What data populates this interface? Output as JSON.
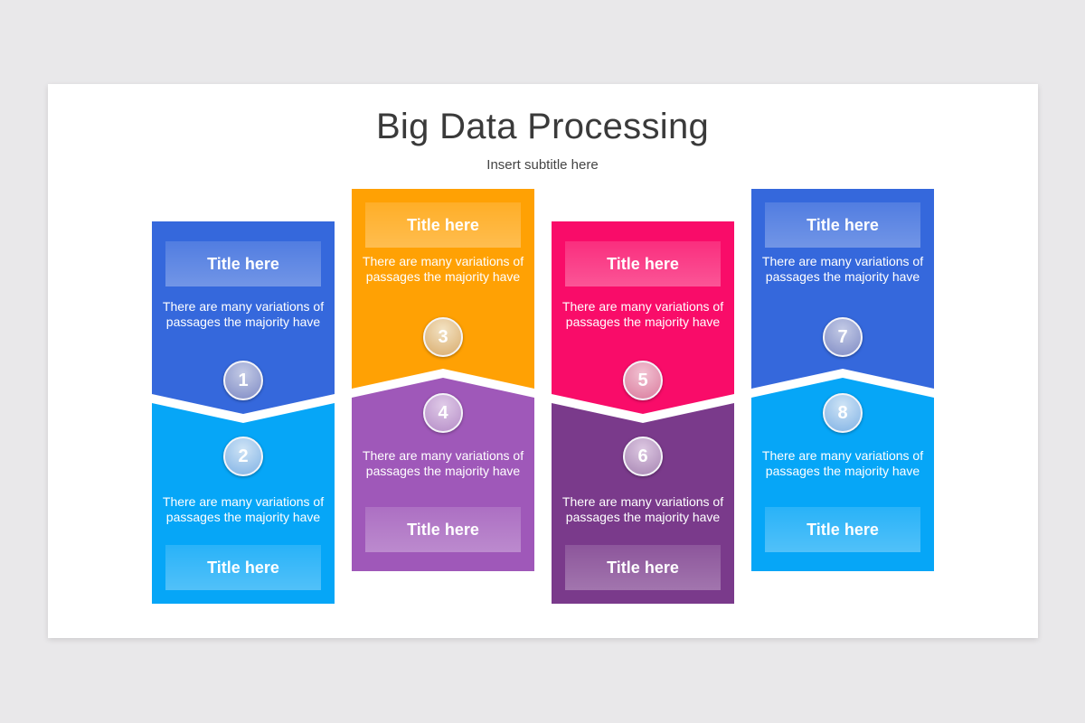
{
  "title": "Big Data Processing",
  "subtitle": "Insert subtitle here",
  "colors": {
    "blue": "#3568dc",
    "sky": "#06a6f7",
    "orange": "#ffa104",
    "violet": "#9f58b9",
    "pink": "#f90c69",
    "purple": "#7a3a8b"
  },
  "steps": [
    {
      "number": "1",
      "title": "Title here",
      "text": "There are many variations of passages the majority have"
    },
    {
      "number": "2",
      "title": "Title here",
      "text": "There are many variations of passages the majority have"
    },
    {
      "number": "3",
      "title": "Title here",
      "text": "There are many variations of passages the majority have"
    },
    {
      "number": "4",
      "title": "Title here",
      "text": "There are many variations of passages the majority have"
    },
    {
      "number": "5",
      "title": "Title here",
      "text": "There are many variations of passages the majority have"
    },
    {
      "number": "6",
      "title": "Title here",
      "text": "There are many variations of passages the majority have"
    },
    {
      "number": "7",
      "title": "Title here",
      "text": "There are many variations of passages the majority have"
    },
    {
      "number": "8",
      "title": "Title here",
      "text": "There are many variations of passages the majority have"
    }
  ]
}
